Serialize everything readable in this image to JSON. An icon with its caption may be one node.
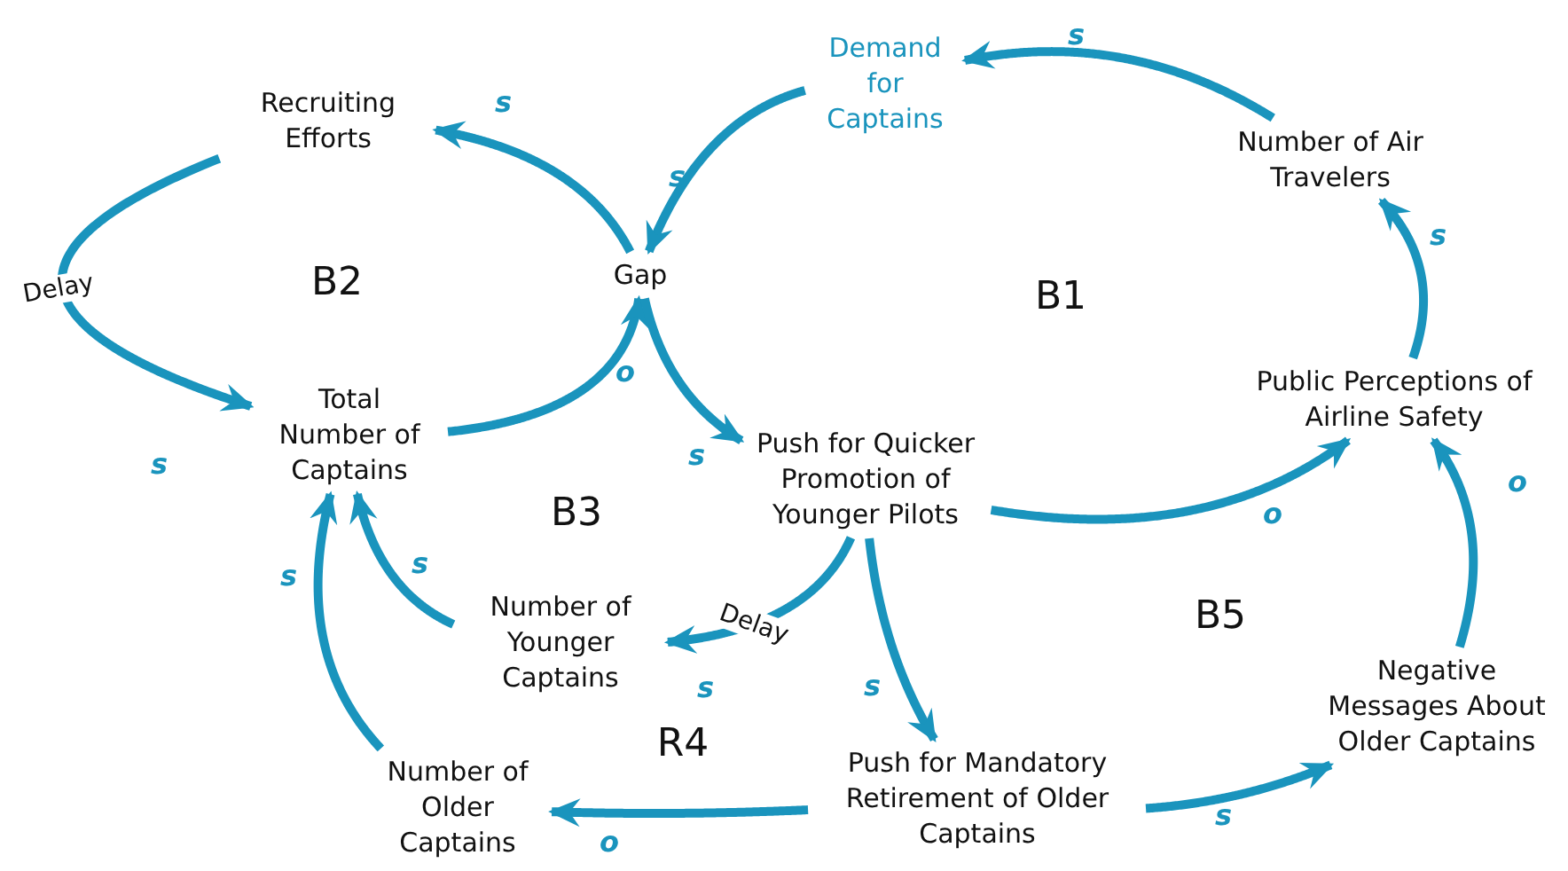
{
  "diagram": {
    "nodes": [
      {
        "text": [
          "Demand for Captains"
        ]
      },
      {
        "text": [
          "Recruiting Efforts"
        ]
      },
      {
        "text": [
          "Number of Air Travelers"
        ]
      },
      {
        "text": [
          "Gap"
        ]
      },
      {
        "text": [
          "Total Number of Captains"
        ]
      },
      {
        "text": [
          "Public Perceptions of Airline Safety"
        ]
      },
      {
        "text": [
          "Push for Quicker Promotion of Younger Pilots"
        ]
      },
      {
        "text": [
          "Number of Younger Captains"
        ]
      },
      {
        "text": [
          "Negative Messages About Older Captains"
        ]
      },
      {
        "text": [
          "Number of Older Captains"
        ]
      },
      {
        "text": [
          "Push for Mandatory Retirement of Older Captains"
        ]
      }
    ],
    "edges": [
      {
        "from": 0,
        "to": 3,
        "arrow": "to",
        "label": "s"
      },
      {
        "from": 3,
        "to": 1,
        "arrow": "to",
        "label": "s"
      },
      {
        "from": 1,
        "to": 4,
        "arrow": "to",
        "label": "s"
      },
      {
        "from": 4,
        "to": 3,
        "arrow": "to",
        "label": "o"
      },
      {
        "from": 3,
        "to": 6,
        "arrow": "to",
        "label": "s"
      },
      {
        "from": 6,
        "to": 5,
        "arrow": "to",
        "label": "o"
      },
      {
        "from": 5,
        "to": 2,
        "arrow": "to",
        "label": "s"
      },
      {
        "from": 2,
        "to": 0,
        "arrow": "to",
        "label": "s"
      },
      {
        "from": 6,
        "to": 7,
        "arrow": "to",
        "label": "s"
      },
      {
        "from": 7,
        "to": 4,
        "arrow": "to",
        "label": "s"
      },
      {
        "from": 9,
        "to": 4,
        "arrow": "to",
        "label": "s"
      },
      {
        "from": 6,
        "to": 10,
        "arrow": "to",
        "label": "s"
      },
      {
        "from": 10,
        "to": 9,
        "arrow": "to",
        "label": "o"
      },
      {
        "from": 10,
        "to": 8,
        "arrow": "to",
        "label": "s"
      },
      {
        "from": 8,
        "to": 5,
        "arrow": "to",
        "label": "o"
      }
    ],
    "labels": [
      "B2",
      "B1",
      "B3",
      "R4",
      "B5",
      "Delay",
      "Delay"
    ]
  }
}
